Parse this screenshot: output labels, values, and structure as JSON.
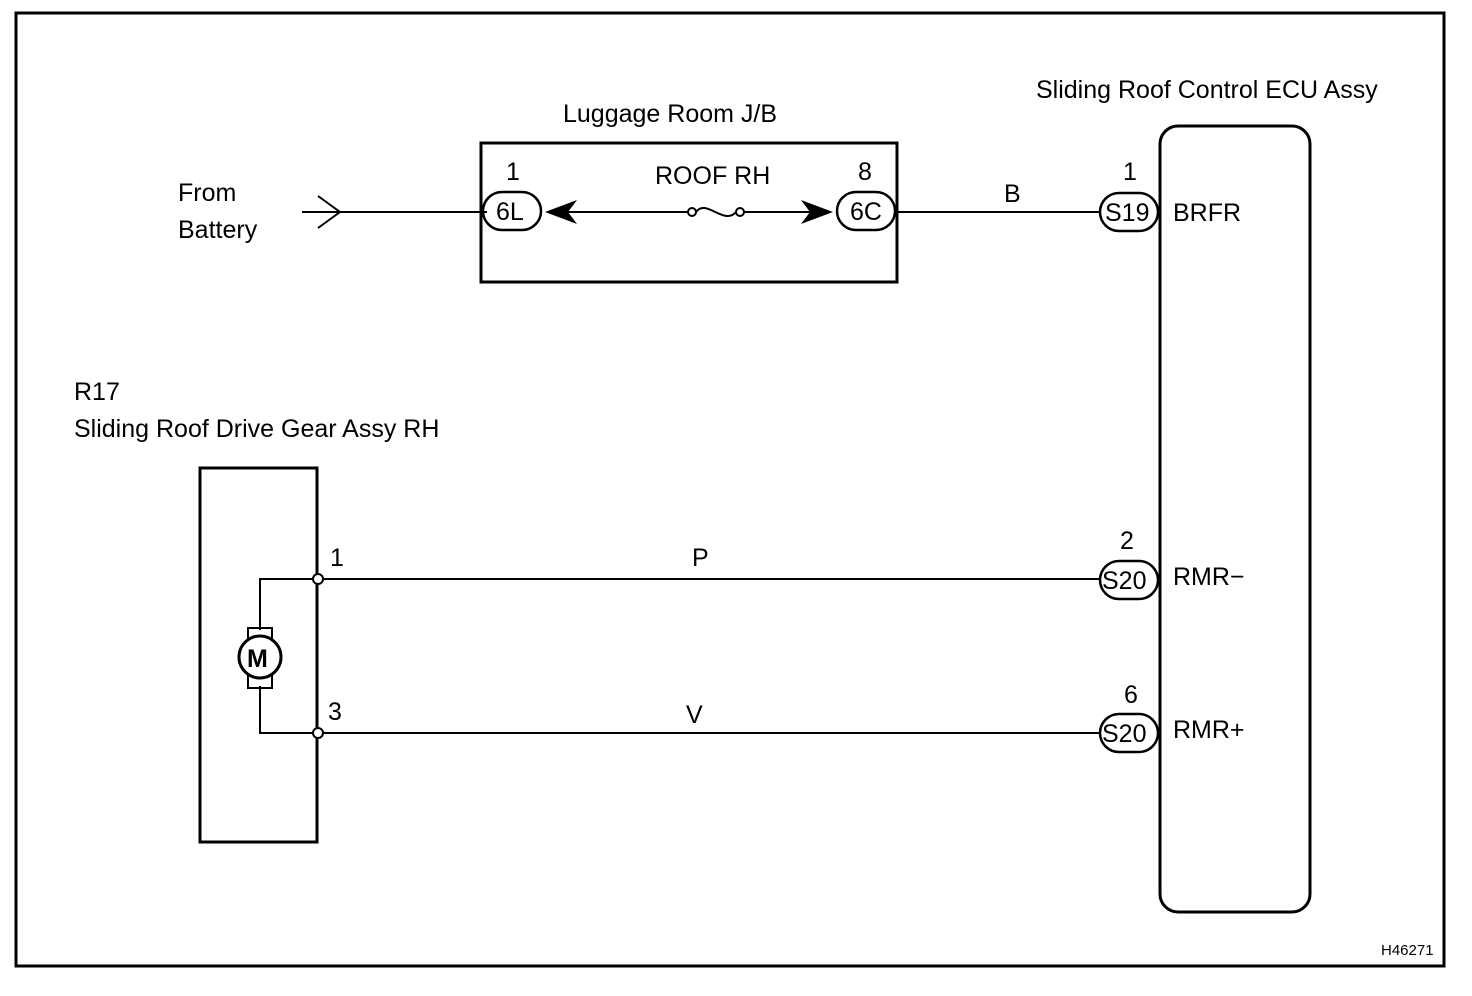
{
  "from": {
    "line1": "From",
    "line2": "Battery"
  },
  "jb": {
    "title": "Luggage Room J/B",
    "fuse_label": "ROOF RH",
    "left_pin": "1",
    "left_conn": "6L",
    "right_pin": "8",
    "right_conn": "6C"
  },
  "ecu": {
    "title": "Sliding Roof Control ECU Assy",
    "terminals": [
      {
        "pin": "1",
        "conn": "S19",
        "name": "BRFR",
        "wire": "B"
      },
      {
        "pin": "2",
        "conn": "S20",
        "name": "RMR−",
        "wire": "P"
      },
      {
        "pin": "6",
        "conn": "S20",
        "name": "RMR+",
        "wire": "V"
      }
    ]
  },
  "motor": {
    "code": "R17",
    "title": "Sliding Roof Drive Gear Assy RH",
    "symbol": "M",
    "pin_top": "1",
    "pin_bottom": "3"
  },
  "figure_id": "H46271"
}
